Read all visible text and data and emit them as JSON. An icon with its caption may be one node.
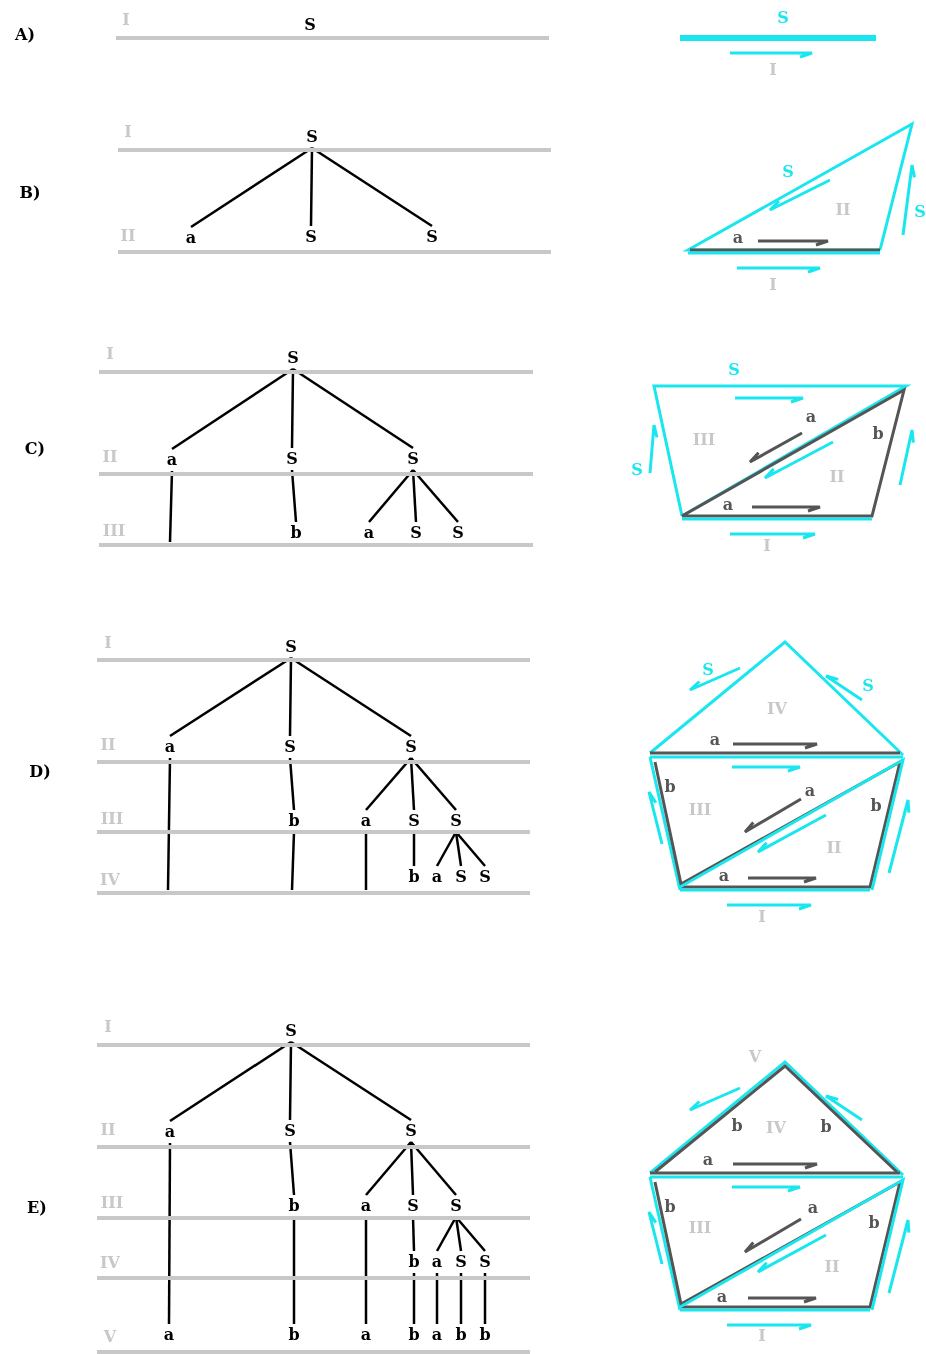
{
  "diagram": {
    "nodes": [
      {
        "text": [
          "S"
        ]
      },
      {
        "text": [
          "S"
        ]
      },
      {
        "text": [
          "a"
        ]
      },
      {
        "text": [
          "S"
        ]
      },
      {
        "text": [
          "S"
        ]
      },
      {
        "text": [
          "S"
        ]
      },
      {
        "text": [
          "a"
        ]
      },
      {
        "text": [
          "S"
        ]
      },
      {
        "text": [
          "S"
        ]
      },
      {
        "text": [
          "b"
        ]
      },
      {
        "text": [
          "a"
        ]
      },
      {
        "text": [
          "S"
        ]
      },
      {
        "text": [
          "S"
        ]
      },
      {
        "text": [
          "S"
        ]
      },
      {
        "text": [
          "a"
        ]
      },
      {
        "text": [
          "S"
        ]
      },
      {
        "text": [
          "S"
        ]
      },
      {
        "text": [
          "b"
        ]
      },
      {
        "text": [
          "a"
        ]
      },
      {
        "text": [
          "S"
        ]
      },
      {
        "text": [
          "S"
        ]
      },
      {
        "text": [
          "b"
        ]
      },
      {
        "text": [
          "a"
        ]
      },
      {
        "text": [
          "S"
        ]
      },
      {
        "text": [
          "S"
        ]
      },
      {
        "text": [
          "S"
        ]
      },
      {
        "text": [
          "a"
        ]
      },
      {
        "text": [
          "S"
        ]
      },
      {
        "text": [
          "S"
        ]
      },
      {
        "text": [
          "b"
        ]
      },
      {
        "text": [
          "a"
        ]
      },
      {
        "text": [
          "S"
        ]
      },
      {
        "text": [
          "S"
        ]
      },
      {
        "text": [
          "b"
        ]
      },
      {
        "text": [
          "a"
        ]
      },
      {
        "text": [
          "S"
        ]
      },
      {
        "text": [
          "S"
        ]
      },
      {
        "text": [
          "a"
        ]
      },
      {
        "text": [
          "b"
        ]
      },
      {
        "text": [
          "a"
        ]
      },
      {
        "text": [
          "b"
        ]
      },
      {
        "text": [
          "a"
        ]
      },
      {
        "text": [
          "b"
        ]
      },
      {
        "text": [
          "b"
        ]
      }
    ],
    "edges": [
      {
        "from": 1,
        "to": 2,
        "arrow": "none"
      },
      {
        "from": 1,
        "to": 3,
        "arrow": "none"
      },
      {
        "from": 1,
        "to": 4,
        "arrow": "none"
      },
      {
        "from": 5,
        "to": 6,
        "arrow": "none"
      },
      {
        "from": 5,
        "to": 7,
        "arrow": "none"
      },
      {
        "from": 5,
        "to": 8,
        "arrow": "none"
      },
      {
        "from": 6,
        "to": null,
        "arrow": "none"
      },
      {
        "from": 7,
        "to": 9,
        "arrow": "none"
      },
      {
        "from": 8,
        "to": 10,
        "arrow": "none"
      },
      {
        "from": 8,
        "to": 11,
        "arrow": "none"
      },
      {
        "from": 8,
        "to": 12,
        "arrow": "none"
      },
      {
        "from": 13,
        "to": 14,
        "arrow": "none"
      },
      {
        "from": 13,
        "to": 15,
        "arrow": "none"
      },
      {
        "from": 13,
        "to": 16,
        "arrow": "none"
      },
      {
        "from": 14,
        "to": null,
        "arrow": "none"
      },
      {
        "from": 15,
        "to": 17,
        "arrow": "none"
      },
      {
        "from": 16,
        "to": 18,
        "arrow": "none"
      },
      {
        "from": 16,
        "to": 19,
        "arrow": "none"
      },
      {
        "from": 16,
        "to": 20,
        "arrow": "none"
      },
      {
        "from": 17,
        "to": null,
        "arrow": "none"
      },
      {
        "from": 18,
        "to": null,
        "arrow": "none"
      },
      {
        "from": 19,
        "to": 21,
        "arrow": "none"
      },
      {
        "from": 20,
        "to": 22,
        "arrow": "none"
      },
      {
        "from": 20,
        "to": 23,
        "arrow": "none"
      },
      {
        "from": 20,
        "to": 24,
        "arrow": "none"
      },
      {
        "from": 25,
        "to": 26,
        "arrow": "none"
      },
      {
        "from": 25,
        "to": 27,
        "arrow": "none"
      },
      {
        "from": 25,
        "to": 28,
        "arrow": "none"
      },
      {
        "from": 26,
        "to": 37,
        "arrow": "none"
      },
      {
        "from": 27,
        "to": 29,
        "arrow": "none"
      },
      {
        "from": 28,
        "to": 30,
        "arrow": "none"
      },
      {
        "from": 28,
        "to": 31,
        "arrow": "none"
      },
      {
        "from": 28,
        "to": 32,
        "arrow": "none"
      },
      {
        "from": 29,
        "to": 38,
        "arrow": "none"
      },
      {
        "from": 30,
        "to": 39,
        "arrow": "none"
      },
      {
        "from": 31,
        "to": 33,
        "arrow": "none"
      },
      {
        "from": 32,
        "to": 34,
        "arrow": "none"
      },
      {
        "from": 32,
        "to": 35,
        "arrow": "none"
      },
      {
        "from": 32,
        "to": 36,
        "arrow": "none"
      },
      {
        "from": 33,
        "to": 40,
        "arrow": "none"
      },
      {
        "from": 34,
        "to": 41,
        "arrow": "none"
      },
      {
        "from": 35,
        "to": 42,
        "arrow": "none"
      },
      {
        "from": 36,
        "to": 43,
        "arrow": "none"
      }
    ],
    "labels": [
      "A)",
      "I",
      "S",
      "I",
      "I",
      "S",
      "B)",
      "II",
      "S",
      "II",
      "a",
      "I",
      "I",
      "S",
      "a",
      "b",
      "III",
      "C)",
      "II",
      "S",
      "II",
      "a",
      "III",
      "I",
      "I",
      "S",
      "S",
      "IV",
      "a",
      "II",
      "D)",
      "b",
      "a",
      "b",
      "III",
      "III",
      "II",
      "a",
      "IV",
      "I",
      "I",
      "V",
      "b",
      "IV",
      "b",
      "II",
      "a",
      "III",
      "b",
      "E)",
      "a",
      "b",
      "III",
      "IV",
      "II",
      "a",
      "I",
      "V"
    ]
  }
}
